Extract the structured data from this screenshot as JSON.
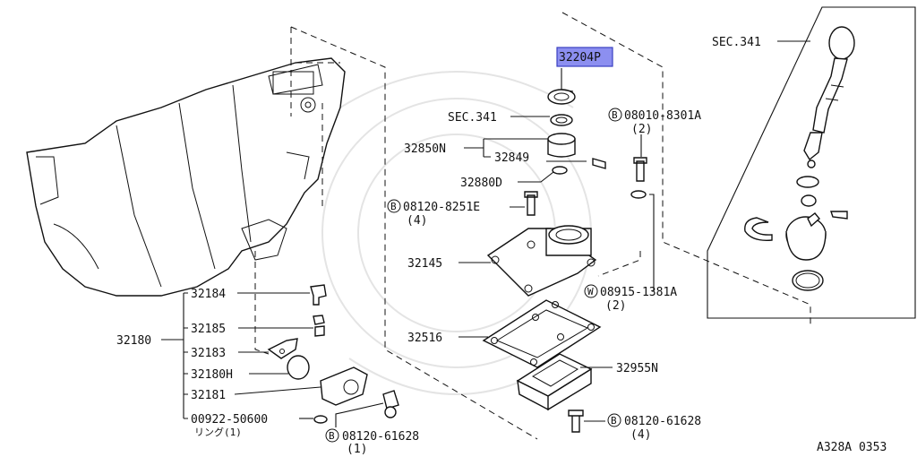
{
  "diagram_id": "A328A 0353",
  "highlight_part": "32204P",
  "labels": {
    "sec341_top": "SEC.341",
    "sec341_mid": "SEC.341",
    "p32850N": "32850N",
    "p32849": "32849",
    "p32880D": "32880D",
    "b08010": "08010-8301A",
    "b08010_qty": "(2)",
    "b08120_8251E": "08120-8251E",
    "b08120_8251E_qty": "(4)",
    "p32145": "32145",
    "w08915": "08915-1381A",
    "w08915_qty": "(2)",
    "p32516": "32516",
    "p32955N": "32955N",
    "b08120_61628_right": "08120-61628",
    "b08120_61628_right_qty": "(4)",
    "b08120_61628_bottom": "08120-61628",
    "b08120_61628_bottom_qty": "(1)",
    "p32180": "32180",
    "p32184": "32184",
    "p32185": "32185",
    "p32183": "32183",
    "p32180H": "32180H",
    "p32181": "32181",
    "p00922": "00922-50600",
    "p00922_sub": "リング(1)"
  },
  "badges": {
    "bolt": "B",
    "washer": "W"
  },
  "colors": {
    "highlight_fill": "#8c8ff0",
    "line": "#111111"
  }
}
